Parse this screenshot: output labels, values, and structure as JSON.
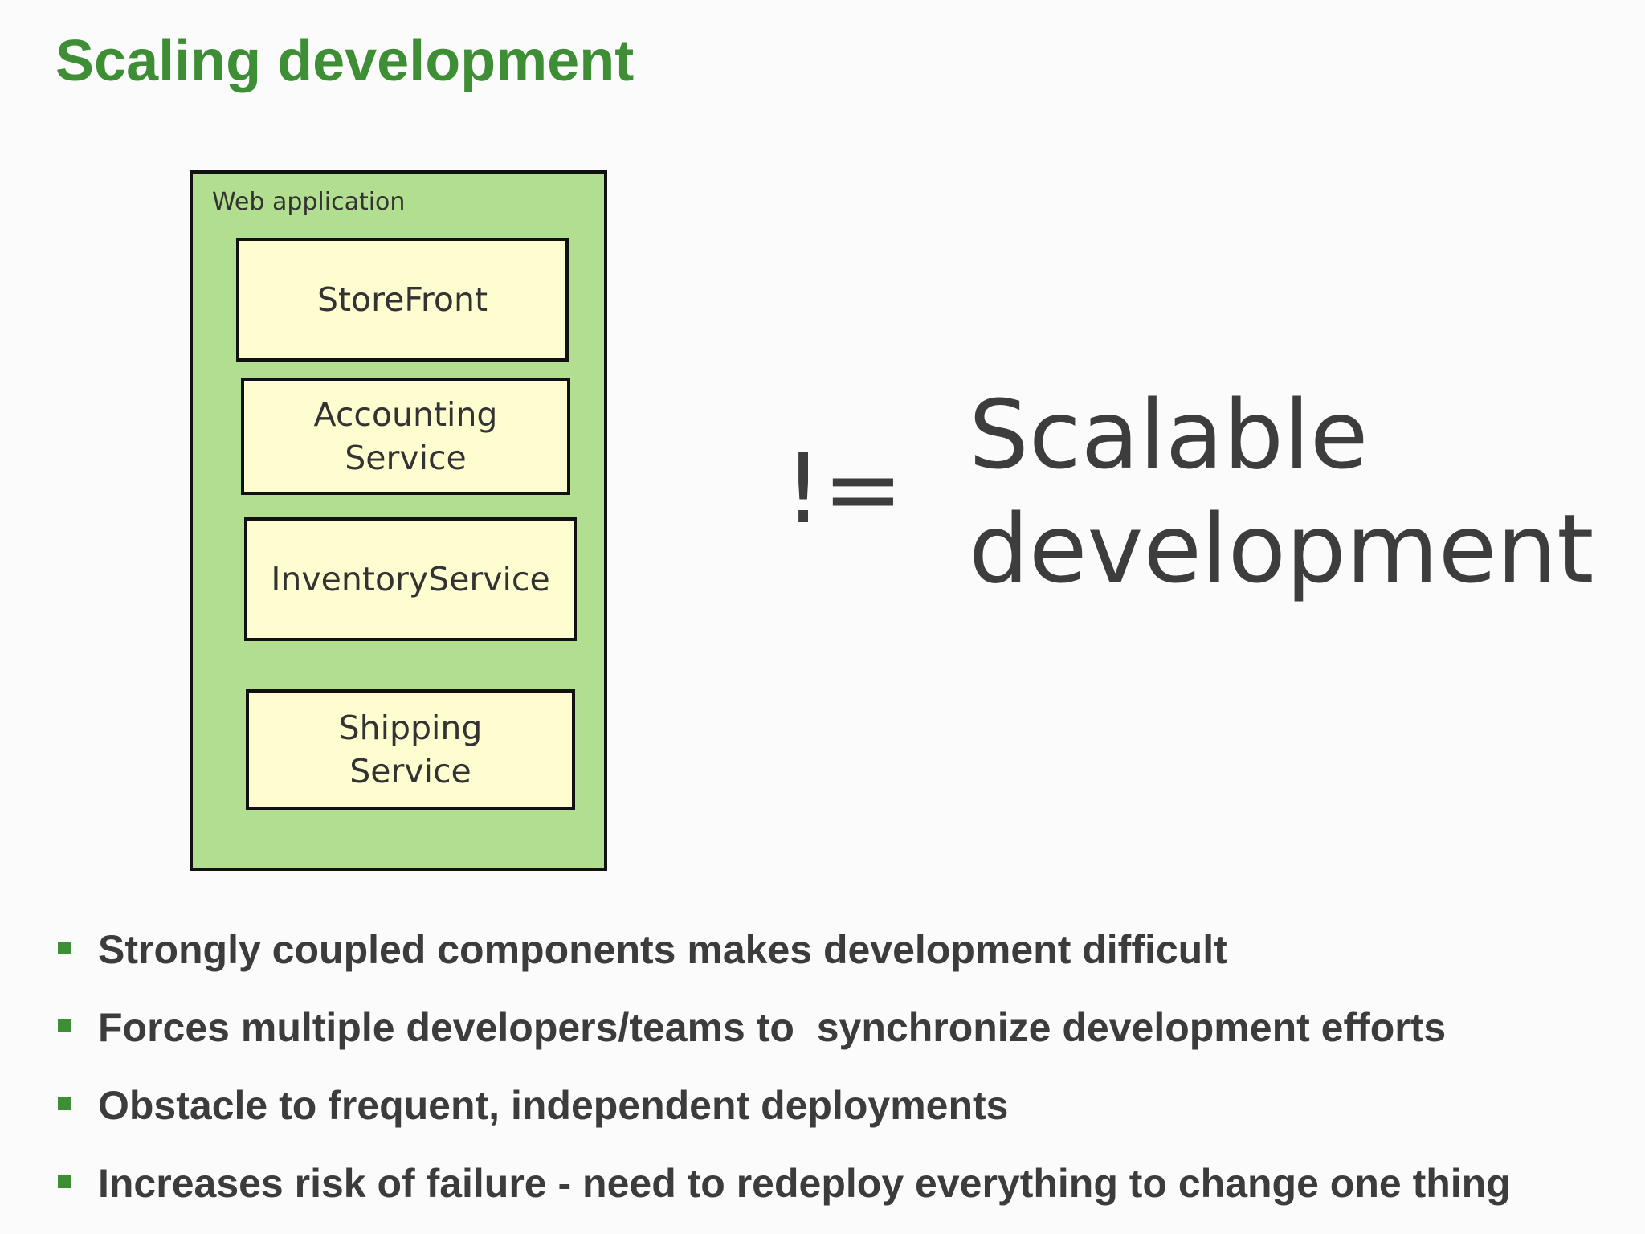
{
  "slide": {
    "title": "Scaling development",
    "colors": {
      "title": "#3e8e35",
      "container_fill": "#b2df8f",
      "module_fill": "#fdfdd0",
      "bullet_marker": "#3e8e35"
    }
  },
  "diagram": {
    "container_label": "Web application",
    "modules": [
      {
        "label": "StoreFront"
      },
      {
        "label": "Accounting\nService"
      },
      {
        "label": "InventoryService"
      },
      {
        "label": "Shipping\nService"
      }
    ]
  },
  "comparison": {
    "operator": "!=",
    "statement": "Scalable\ndevelopment"
  },
  "bullets": [
    "Strongly coupled components makes development difficult",
    "Forces multiple developers/teams to  synchronize development efforts",
    "Obstacle to frequent, independent deployments",
    "Increases risk of failure - need to redeploy everything to change one thing"
  ]
}
